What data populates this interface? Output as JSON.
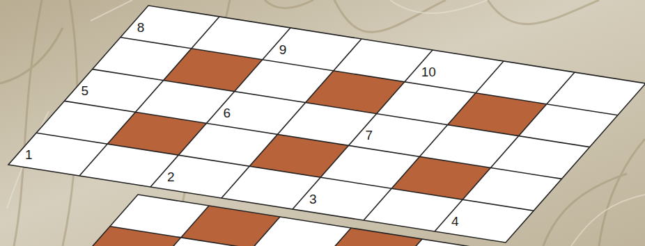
{
  "diagram": {
    "labels": [
      "8",
      "9",
      "10",
      "5",
      "6",
      "7",
      "1",
      "2",
      "3",
      "4"
    ]
  }
}
